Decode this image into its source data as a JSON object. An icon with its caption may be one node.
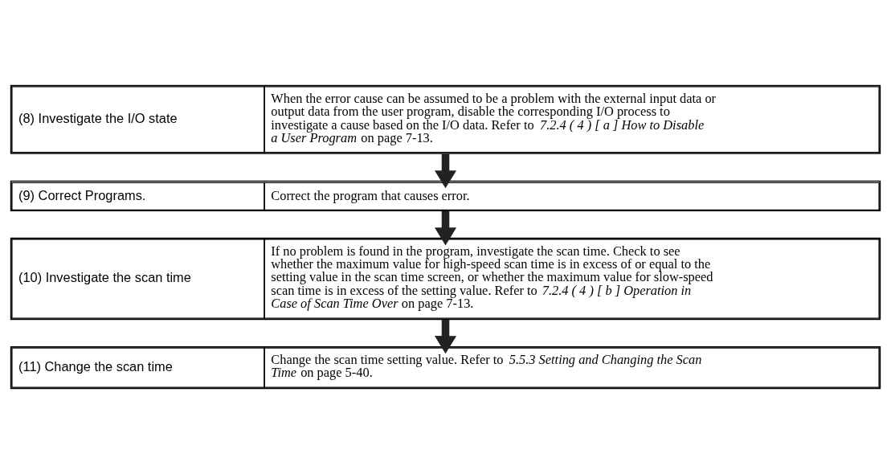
{
  "diagram": {
    "nodes": [
      {
        "text": [
          "(8) Investigate the I/O state",
          "When the error cause can be assumed to be a problem with the external input data or output data from the user program, disable the corresponding I/O process to investigate a cause based on the I/O data. Refer to *7.2.4 ( 4 ) [ a ] How to Disable a User Program* on page 7-13."
        ]
      },
      {
        "text": [
          "(9) Correct Programs.",
          "Correct the program that causes error."
        ]
      },
      {
        "text": [
          "(10) Investigate the scan time",
          "If no problem is found in the program, investigate the scan time. Check to see whether the maximum value for high-speed scan time is in excess of or equal to the setting value in the scan time screen, or whether the maximum value for slow-speed scan time is in excess of the setting value. Refer to *7.2.4 ( 4 ) [ b ] Operation in Case of Scan Time Over* on page 7-13."
        ]
      },
      {
        "text": [
          "(11) Change the scan time",
          "Change the scan time setting value. Refer to *5.5.3 Setting and Changing the Scan Time* on page 5-40."
        ]
      }
    ],
    "edges": [
      {
        "from": 0,
        "to": 1,
        "arrow": "to"
      },
      {
        "from": 1,
        "to": 2,
        "arrow": "to"
      },
      {
        "from": 2,
        "to": 3,
        "arrow": "to"
      }
    ]
  }
}
